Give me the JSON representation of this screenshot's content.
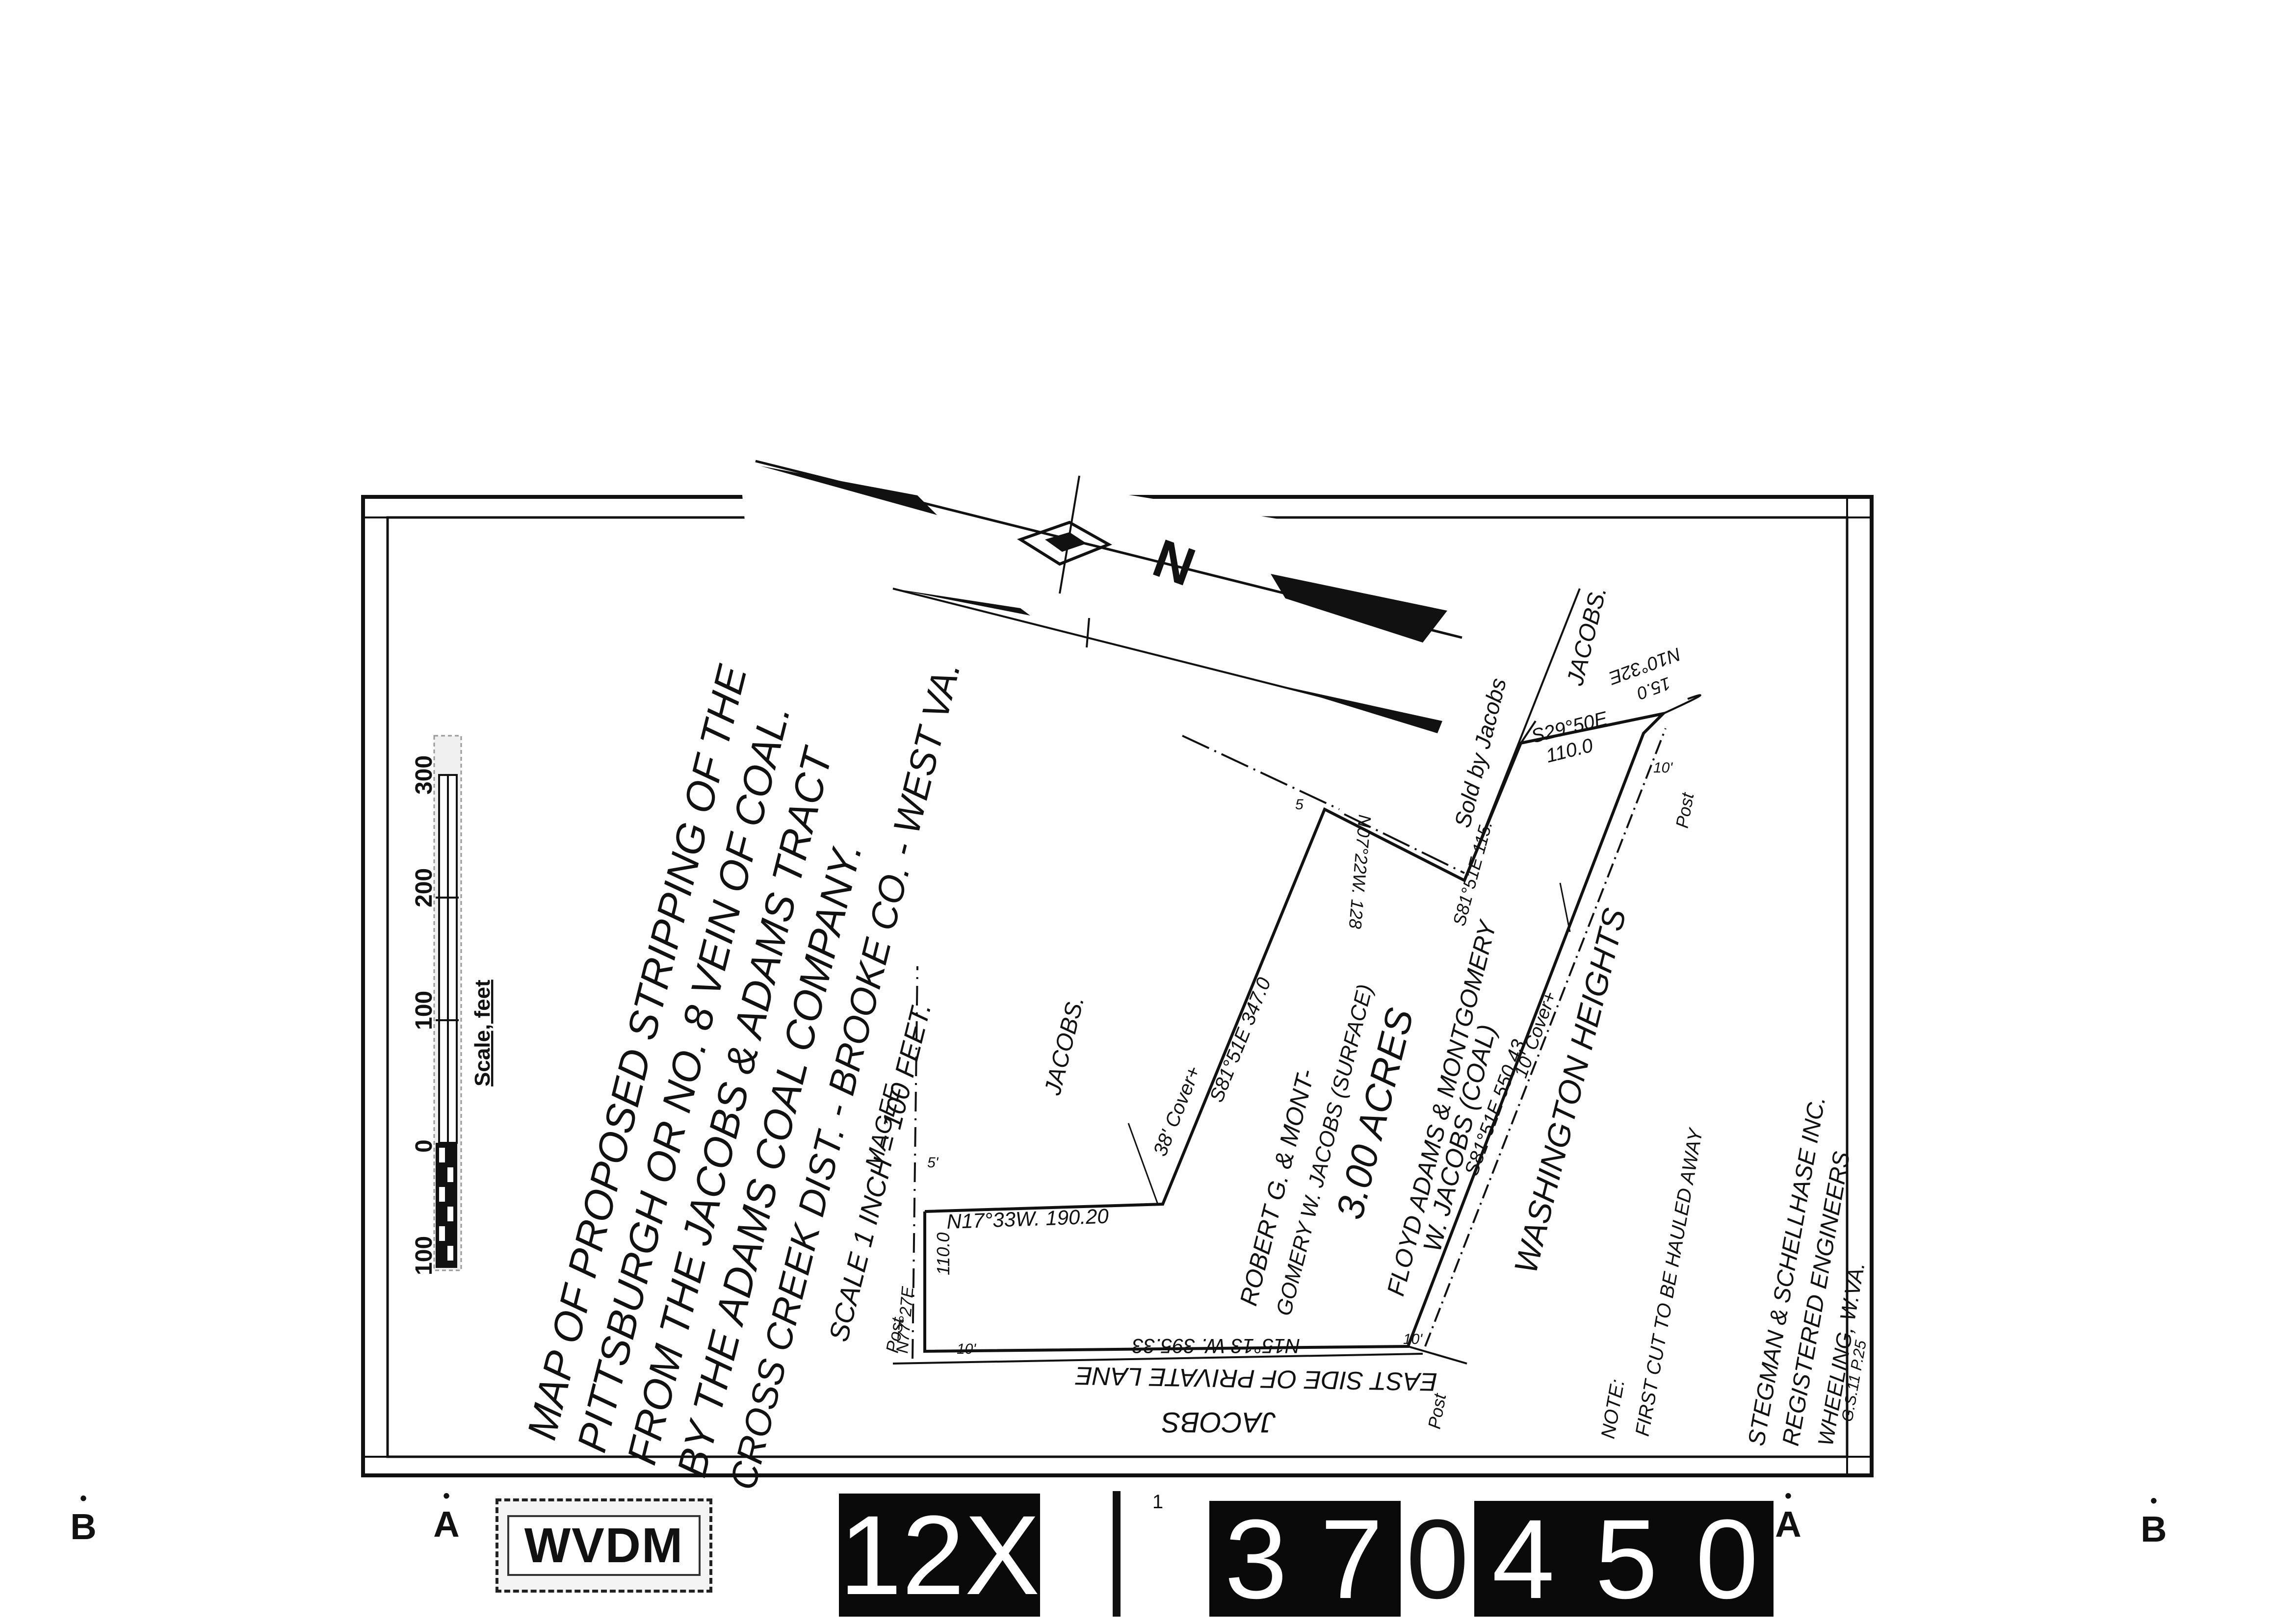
{
  "title_block": {
    "line1": "MAP OF PROPOSED STRIPPING OF THE",
    "line2": "PITTSBURGH OR NO. 8 VEIN OF COAL.",
    "line3": "FROM THE JACOBS & ADAMS TRACT",
    "line4": "BY THE ADAMS COAL COMPANY.",
    "line5": "CROSS CREEK DIST. - BROOKE CO. - WEST VA.",
    "scale_note": "SCALE 1 INCH = 100 FEET."
  },
  "scale_bar": {
    "label": "Scale, feet",
    "ticks": [
      "100",
      "0",
      "100",
      "200",
      "300"
    ]
  },
  "north_arrow": {
    "letter": "N"
  },
  "parcels": {
    "magee": "MAGEE",
    "jacobs_left": "JACOBS.",
    "jacobs_bottom": "JACOBS",
    "jacobs_top": "JACOBS.",
    "sold_by_jacobs": "Sold by Jacobs",
    "owner_line1": "ROBERT G. & MONT-",
    "owner_line2": "GOMERY W. JACOBS (SURFACE)",
    "acres": "3.00 ACRES",
    "coal_line1": "FLOYD ADAMS & MONTGOMERY",
    "coal_line2": "W. JACOBS (COAL)",
    "washington_heights": "WASHINGTON HEIGHTS",
    "private_lane": "EAST SIDE OF PRIVATE LANE"
  },
  "bearings": {
    "n77": "N77°27E",
    "b110": "110.0",
    "n17": "N17°33W. 190.20",
    "n15": "N15°13 W. 395.33",
    "s81a": "S81°51E 347.0",
    "cover38": "38' Cover+",
    "n07": "N07°22W. 128",
    "s81b": "S81°51E 115.",
    "s29": "S29°50E",
    "b110b": "110.0",
    "n10": "N10°32E",
    "b15": "15.0",
    "s81c": "S81°51E 550.43",
    "cover10": "10' Cover+",
    "post_left": "Post",
    "post_bottom": "Post",
    "post_right": "Post",
    "ten1": "10'",
    "ten2": "10'",
    "ten3": "10'",
    "five": "5'",
    "s_short": "5"
  },
  "note": {
    "label": "NOTE:",
    "text": "FIRST CUT TO BE HAULED AWAY"
  },
  "engineer": {
    "line1": "STEGMAN & SCHELLHASE INC.",
    "line2": "REGISTERED ENGINEERS",
    "line3": "WHEELING, W.VA.",
    "line4": "G.S.11 P.25"
  },
  "film_strip": {
    "b_left": "B",
    "a_left": "A",
    "wvdm": "WVDM",
    "code": "12X",
    "tick_mark": "1",
    "digits": [
      "3",
      "7",
      "0",
      "4",
      "5",
      "0"
    ],
    "a_right": "A",
    "b_right": "B"
  }
}
